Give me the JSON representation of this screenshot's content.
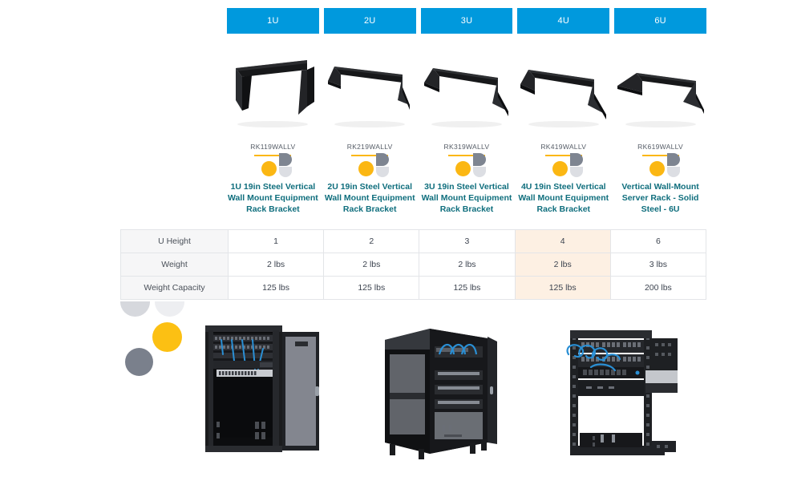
{
  "tabs": [
    {
      "label": "1U"
    },
    {
      "label": "2U"
    },
    {
      "label": "3U"
    },
    {
      "label": "4U"
    },
    {
      "label": "6U"
    }
  ],
  "products": [
    {
      "sku": "RK119WALLV",
      "title": "1U 19in Steel Vertical Wall Mount Equipment Rack Bracket",
      "image_name": "bracket-1u-image"
    },
    {
      "sku": "RK219WALLV",
      "title": "2U 19in Steel Vertical Wall Mount Equipment Rack Bracket",
      "image_name": "bracket-2u-image"
    },
    {
      "sku": "RK319WALLV",
      "title": "3U 19in Steel Vertical Wall Mount Equipment Rack Bracket",
      "image_name": "bracket-3u-image"
    },
    {
      "sku": "RK419WALLV",
      "title": "4U 19in Steel Vertical Wall Mount Equipment Rack Bracket",
      "image_name": "bracket-4u-image"
    },
    {
      "sku": "RK619WALLV",
      "title": "Vertical Wall-Mount Server Rack - Solid Steel - 6U",
      "image_name": "bracket-6u-image"
    }
  ],
  "spec_table": {
    "rows": [
      {
        "label": "U Height",
        "values": [
          "1",
          "2",
          "3",
          "4",
          "6"
        ]
      },
      {
        "label": "Weight",
        "values": [
          "2 lbs",
          "2 lbs",
          "2 lbs",
          "2 lbs",
          "3 lbs"
        ]
      },
      {
        "label": "Weight Capacity",
        "values": [
          "125 lbs",
          "125 lbs",
          "125 lbs",
          "125 lbs",
          "200 lbs"
        ]
      }
    ],
    "highlighted_column_index": 3
  },
  "gallery": [
    {
      "name": "wall-mount-cabinet-rack-photo"
    },
    {
      "name": "floor-standing-server-rack-photo"
    },
    {
      "name": "open-frame-wall-mount-rack-photo"
    }
  ],
  "colors": {
    "tab_blue": "#0099dd",
    "title_teal": "#0f6e7d",
    "accent_yellow": "#fbb713",
    "highlight_peach": "#fdf0e3",
    "row_label_gray": "#f6f6f7",
    "decor_gray": "#7a808c"
  }
}
